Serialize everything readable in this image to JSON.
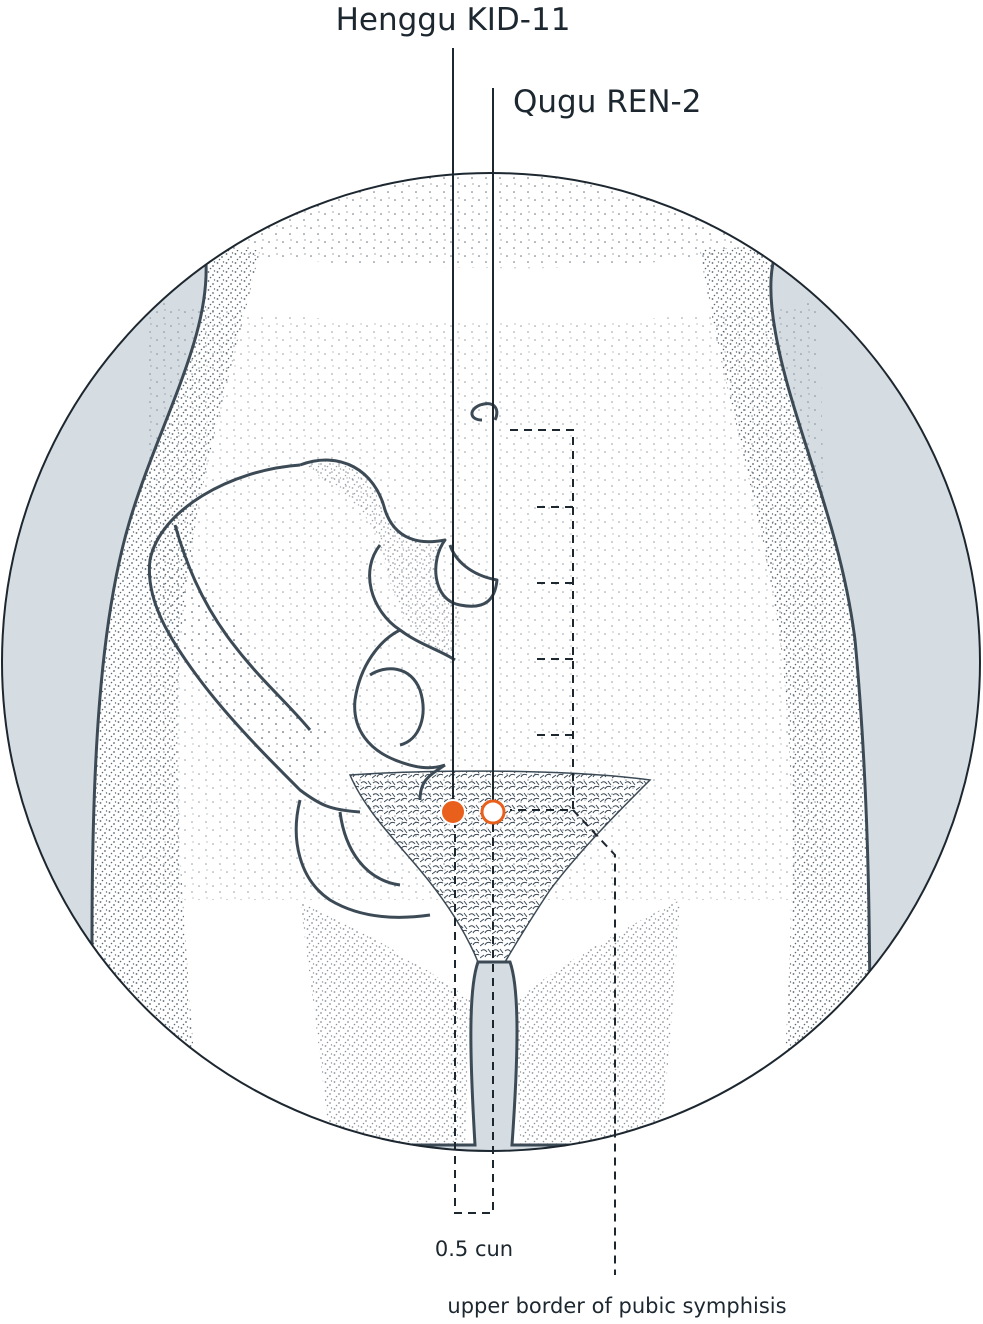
{
  "labels": {
    "point_1": "Henggu KID-11",
    "point_2": "Qugu REN-2",
    "distance": "0.5 cun",
    "landmark": "upper border of pubic symphisis"
  },
  "colors": {
    "outline": "#3c4a56",
    "skin_shadow": "#d5dce2",
    "stipple": "#3c4a56",
    "point_fill": "#e8601c",
    "point_hollow": "#ffffff",
    "text": "#1d2730"
  },
  "icons": {
    "point_1": "filled-circle",
    "point_2": "hollow-circle"
  }
}
